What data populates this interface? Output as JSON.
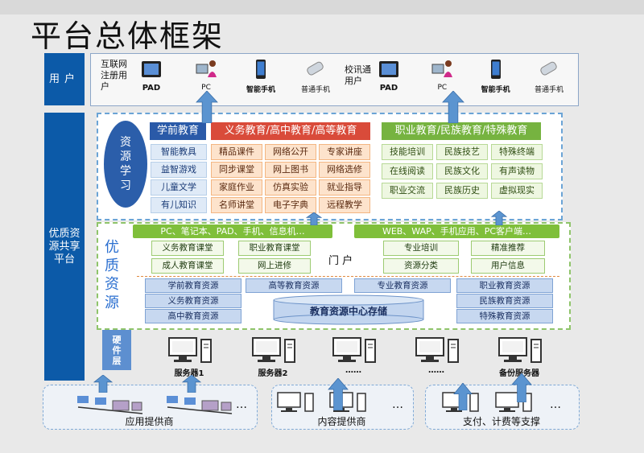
{
  "title": "平台总体框架",
  "side": {
    "users": "用户",
    "platform": "优质资源共享平台",
    "hardware": "硬件层"
  },
  "users": {
    "left_label": "互联网注册用户",
    "right_label": "校讯通用户",
    "devices_left": [
      {
        "icon": "tablet-icon",
        "label": "PAD"
      },
      {
        "icon": "pc-user-icon",
        "label": "PC"
      },
      {
        "icon": "smartphone-icon",
        "label": "智能手机"
      },
      {
        "icon": "feature-phone-icon",
        "label": "普通手机"
      }
    ],
    "devices_right": [
      {
        "icon": "tablet-icon",
        "label": "PAD"
      },
      {
        "icon": "pc-user-icon",
        "label": "PC"
      },
      {
        "icon": "smartphone-icon",
        "label": "智能手机"
      },
      {
        "icon": "feature-phone-icon",
        "label": "普通手机"
      }
    ]
  },
  "resource_learning": {
    "oval_label": "资源学习",
    "preschool": {
      "header": "学前教育",
      "items": [
        "智能教具",
        "益智游戏",
        "儿童文学",
        "有儿知识"
      ]
    },
    "compulsory": {
      "header": "义务教育/高中教育/高等教育",
      "items": [
        "精品课件",
        "网络公开",
        "专家讲座",
        "同步课堂",
        "网上图书",
        "网络选修",
        "家庭作业",
        "仿真实验",
        "就业指导",
        "名师讲堂",
        "电子字典",
        "远程教学"
      ]
    },
    "vocational": {
      "header": "职业教育/民族教育/特殊教育",
      "items": [
        "技能培训",
        "民族技艺",
        "特殊终端",
        "在线阅读",
        "民族文化",
        "有声读物",
        "职业交流",
        "民族历史",
        "虚拟现实"
      ]
    }
  },
  "quality": {
    "label": "优质资源",
    "channel_left": "PC、笔记本、PAD、手机、信息机…",
    "channel_right": "WEB、WAP、手机应用、PC客户端…",
    "portal_label": "门 户",
    "portal_left": [
      "义务教育课堂",
      "职业教育课堂",
      "成人教育课堂",
      "网上进修"
    ],
    "portal_right": [
      "专业培训",
      "精准推荐",
      "资源分类",
      "用户信息"
    ],
    "resources": {
      "col1": [
        "学前教育资源",
        "义务教育资源",
        "高中教育资源"
      ],
      "col2": "高等教育资源",
      "col3": "专业教育资源",
      "col4": [
        "职业教育资源",
        "民族教育资源",
        "特殊教育资源"
      ],
      "storage": "教育资源中心存储"
    }
  },
  "servers": [
    "服务器1",
    "服务器2",
    "……",
    "……",
    "备份服务器"
  ],
  "providers": [
    "应用提供商",
    "内容提供商",
    "支付、计费等支撑"
  ],
  "ellipsis": "…",
  "colors": {
    "side_blue": "#0c5aa8",
    "header_navy": "#2a5aa8",
    "header_red": "#d94b3a",
    "header_green": "#76b340",
    "arrow_blue": "#5b94d0"
  }
}
